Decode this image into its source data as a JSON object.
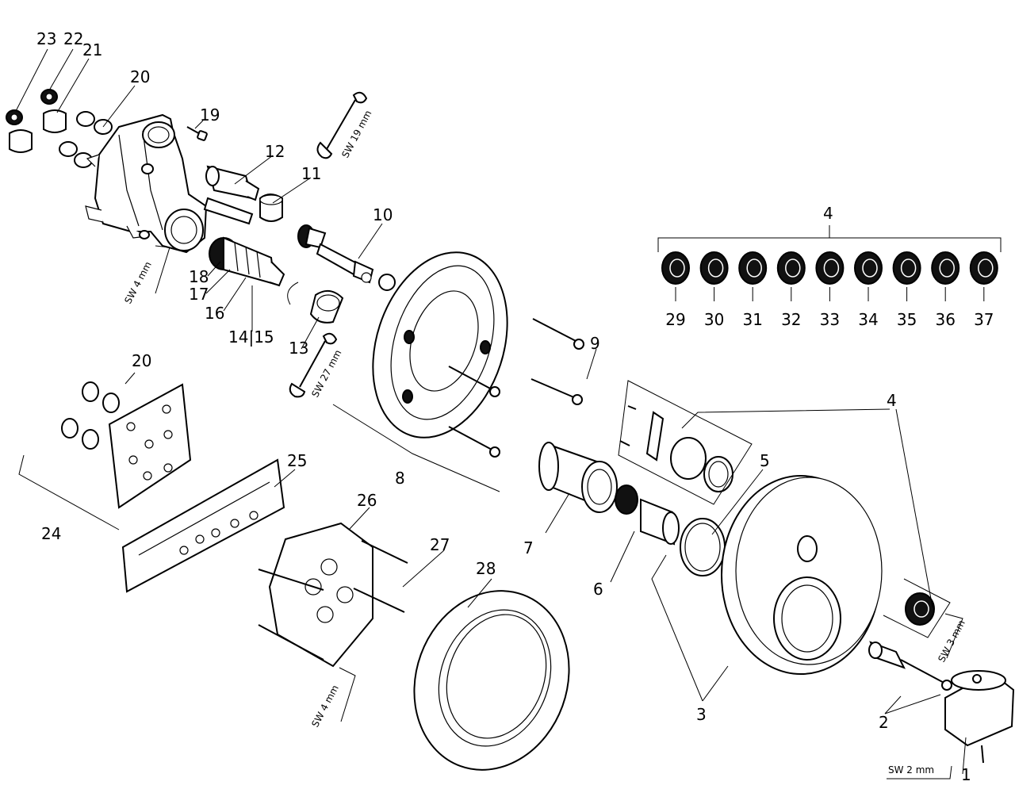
{
  "callouts": {
    "c1": "1",
    "c2": "2",
    "c3": "3",
    "c4_top": "4",
    "c4_right": "4",
    "c5": "5",
    "c6": "6",
    "c7": "7",
    "c8": "8",
    "c9": "9",
    "c10": "10",
    "c11": "11",
    "c12": "12",
    "c13": "13",
    "c14_15": "14|15",
    "c16": "16",
    "c17": "17",
    "c18": "18",
    "c19": "19",
    "c20_top": "20",
    "c20_mid": "20",
    "c21": "21",
    "c22": "22",
    "c23": "23",
    "c24": "24",
    "c25": "25",
    "c26": "26",
    "c27": "27",
    "c28": "28"
  },
  "variant_labels": [
    "29",
    "30",
    "31",
    "32",
    "33",
    "34",
    "35",
    "36",
    "37"
  ],
  "tools": {
    "sw19": "SW 19 mm",
    "sw27": "SW 27 mm",
    "sw4_top": "SW 4 mm",
    "sw4_bottom": "SW 4 mm",
    "sw3": "SW 3 mm",
    "sw2": "SW 2 mm"
  }
}
